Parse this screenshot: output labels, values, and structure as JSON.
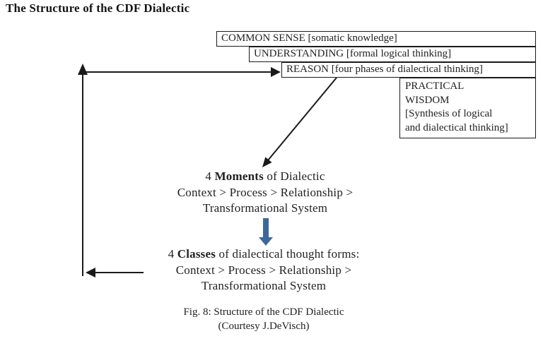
{
  "title": "The Structure of the CDF Dialectic",
  "knowledge_boxes": [
    {
      "label": "COMMON SENSE [somatic knowledge]"
    },
    {
      "label": "UNDERSTANDING [formal logical thinking]"
    },
    {
      "label": "REASON [four phases of dialectical thinking]"
    }
  ],
  "practical_wisdom_box": {
    "lines": [
      "PRACTICAL",
      "WISDOM",
      "[Synthesis of logical",
      "and dialectical thinking]"
    ]
  },
  "moments_block": {
    "count": "4 ",
    "term": "Moments",
    "rest": " of Dialectic",
    "line2": "Context > Process > Relationship >",
    "line3": "Transformational System"
  },
  "classes_block": {
    "count": "4 ",
    "term": "Classes",
    "rest": " of dialectical thought forms:",
    "line2": "Context > Process > Relationship >",
    "line3": "Transformational System"
  },
  "caption": {
    "line1": "Fig. 8: Structure of the CDF Dialectic",
    "line2": "(Courtesy J.DeVisch)"
  },
  "colors": {
    "arrow_accent": "#3d689c",
    "line": "#1a1a1a"
  }
}
